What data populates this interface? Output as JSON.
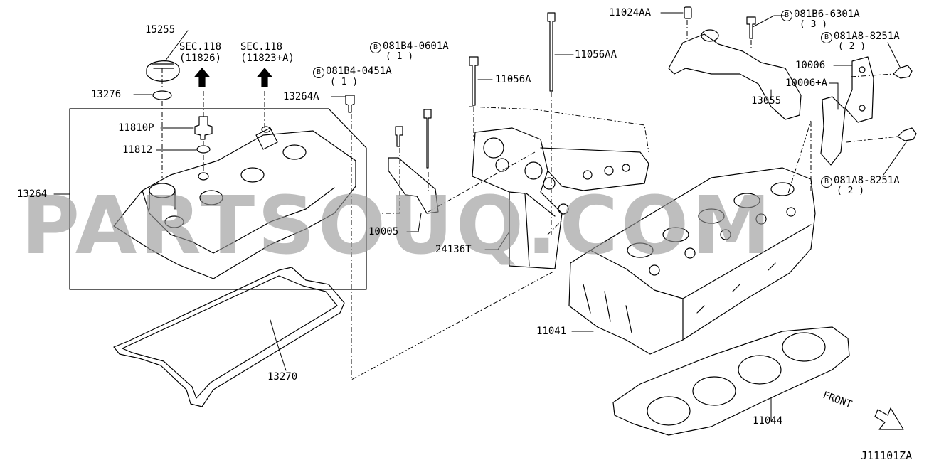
{
  "watermark": "PARTSOUQ.COM",
  "diagram_code": "J11101ZA",
  "front_label": "FRONT",
  "parts": {
    "p15255": "15255",
    "p13276": "13276",
    "p11810p": "11810P",
    "p11812": "11812",
    "p13264": "13264",
    "p13264a": "13264A",
    "p13270": "13270",
    "p10005": "10005",
    "p24136t": "24136T",
    "p11056a": "11056A",
    "p11056aa": "11056AA",
    "p11024aa": "11024AA",
    "p13055": "13055",
    "p10006": "10006",
    "p10006a": "10006+A",
    "p11041": "11041",
    "p11044": "11044"
  },
  "sec_refs": [
    {
      "title": "SEC.118",
      "ref": "(11826)"
    },
    {
      "title": "SEC.118",
      "ref": "(11823+A)"
    }
  ],
  "bolts": {
    "b1": {
      "marker": "B",
      "code": "081B4-0451A",
      "qty": "( 1 )"
    },
    "b2": {
      "marker": "B",
      "code": "081B4-0601A",
      "qty": "( 1 )"
    },
    "b3": {
      "marker": "B",
      "code": "081B6-6301A",
      "qty": "( 3 )"
    },
    "b4": {
      "marker": "B",
      "code": "081A8-8251A",
      "qty": "( 2 )"
    },
    "b5": {
      "marker": "B",
      "code": "081A8-8251A",
      "qty": "( 2 )"
    }
  }
}
